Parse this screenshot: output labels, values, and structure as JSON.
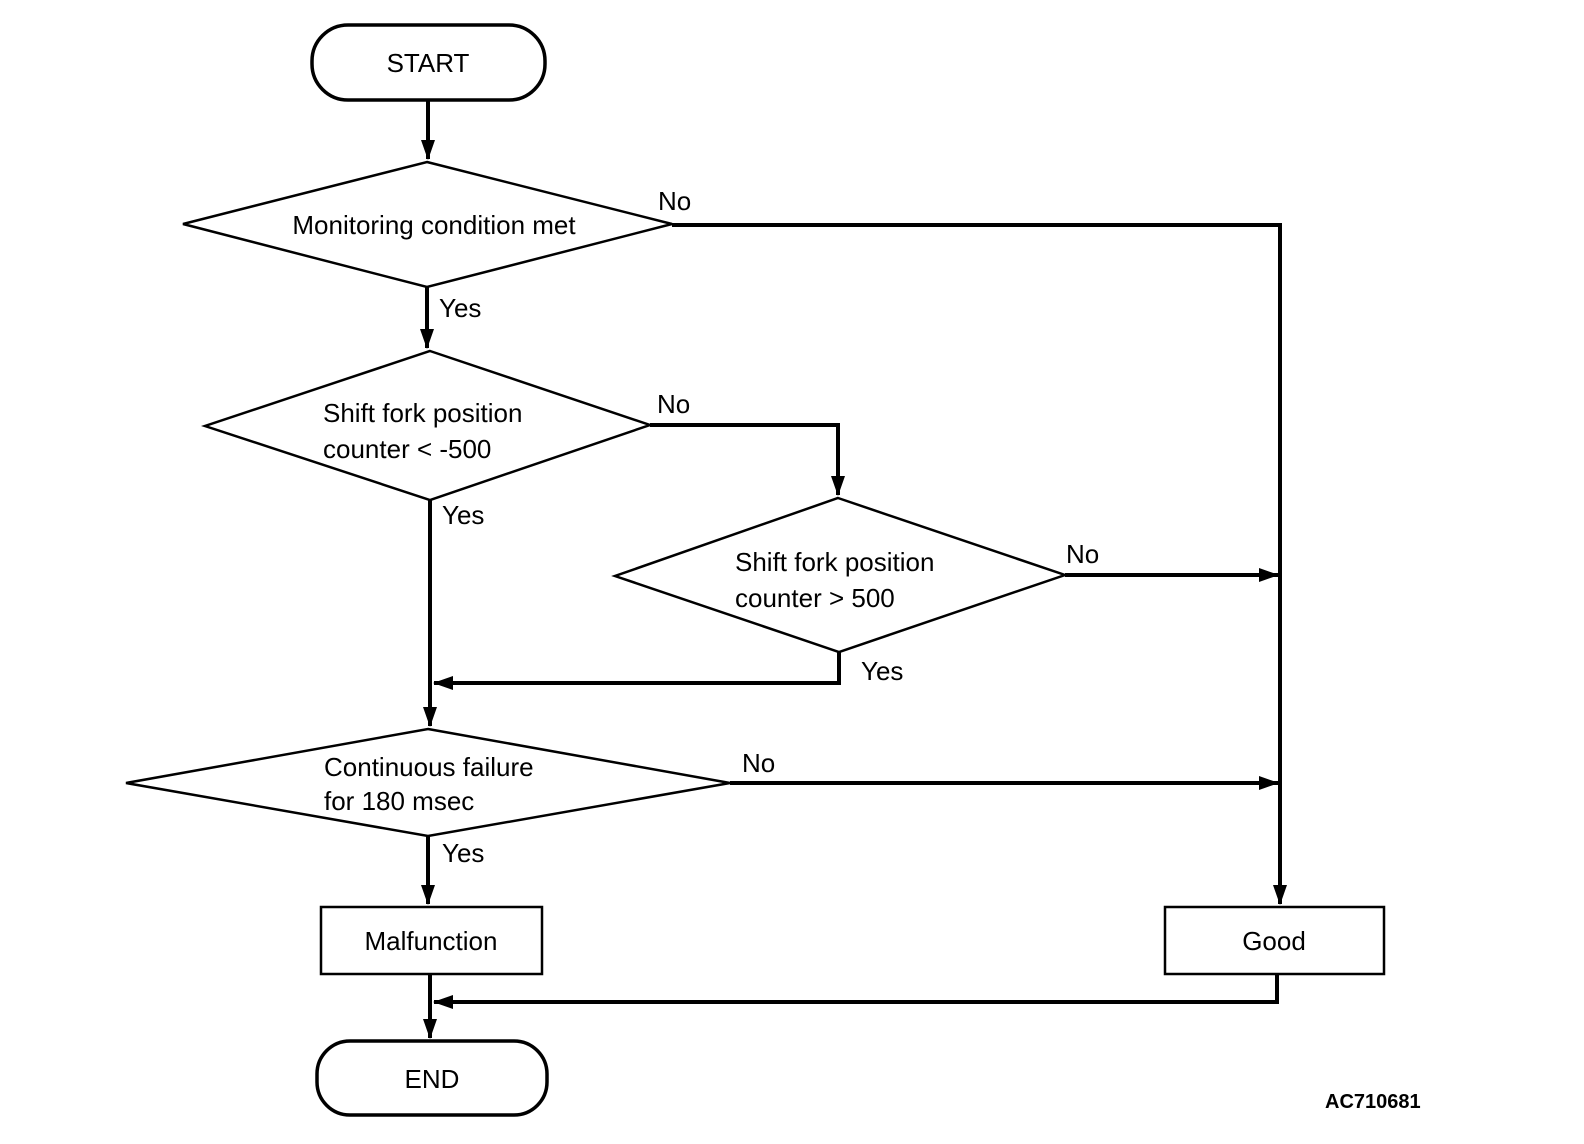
{
  "colors": {
    "background": "#ffffff",
    "ink": "#000000"
  },
  "figure_code": "AC710681",
  "nodes": {
    "start": {
      "label": "START"
    },
    "d1": {
      "label": "Monitoring condition met"
    },
    "d2": {
      "line1": "Shift fork position",
      "line2": "counter < -500"
    },
    "d3": {
      "line1": "Shift fork position",
      "line2": "counter > 500"
    },
    "d4": {
      "line1": "Continuous failure",
      "line2": "for 180 msec"
    },
    "malfunction": {
      "label": "Malfunction"
    },
    "good": {
      "label": "Good"
    },
    "end": {
      "label": "END"
    }
  },
  "edge_labels": {
    "d1_yes": "Yes",
    "d1_no": "No",
    "d2_yes": "Yes",
    "d2_no": "No",
    "d3_yes": "Yes",
    "d3_no": "No",
    "d4_yes": "Yes",
    "d4_no": "No"
  }
}
